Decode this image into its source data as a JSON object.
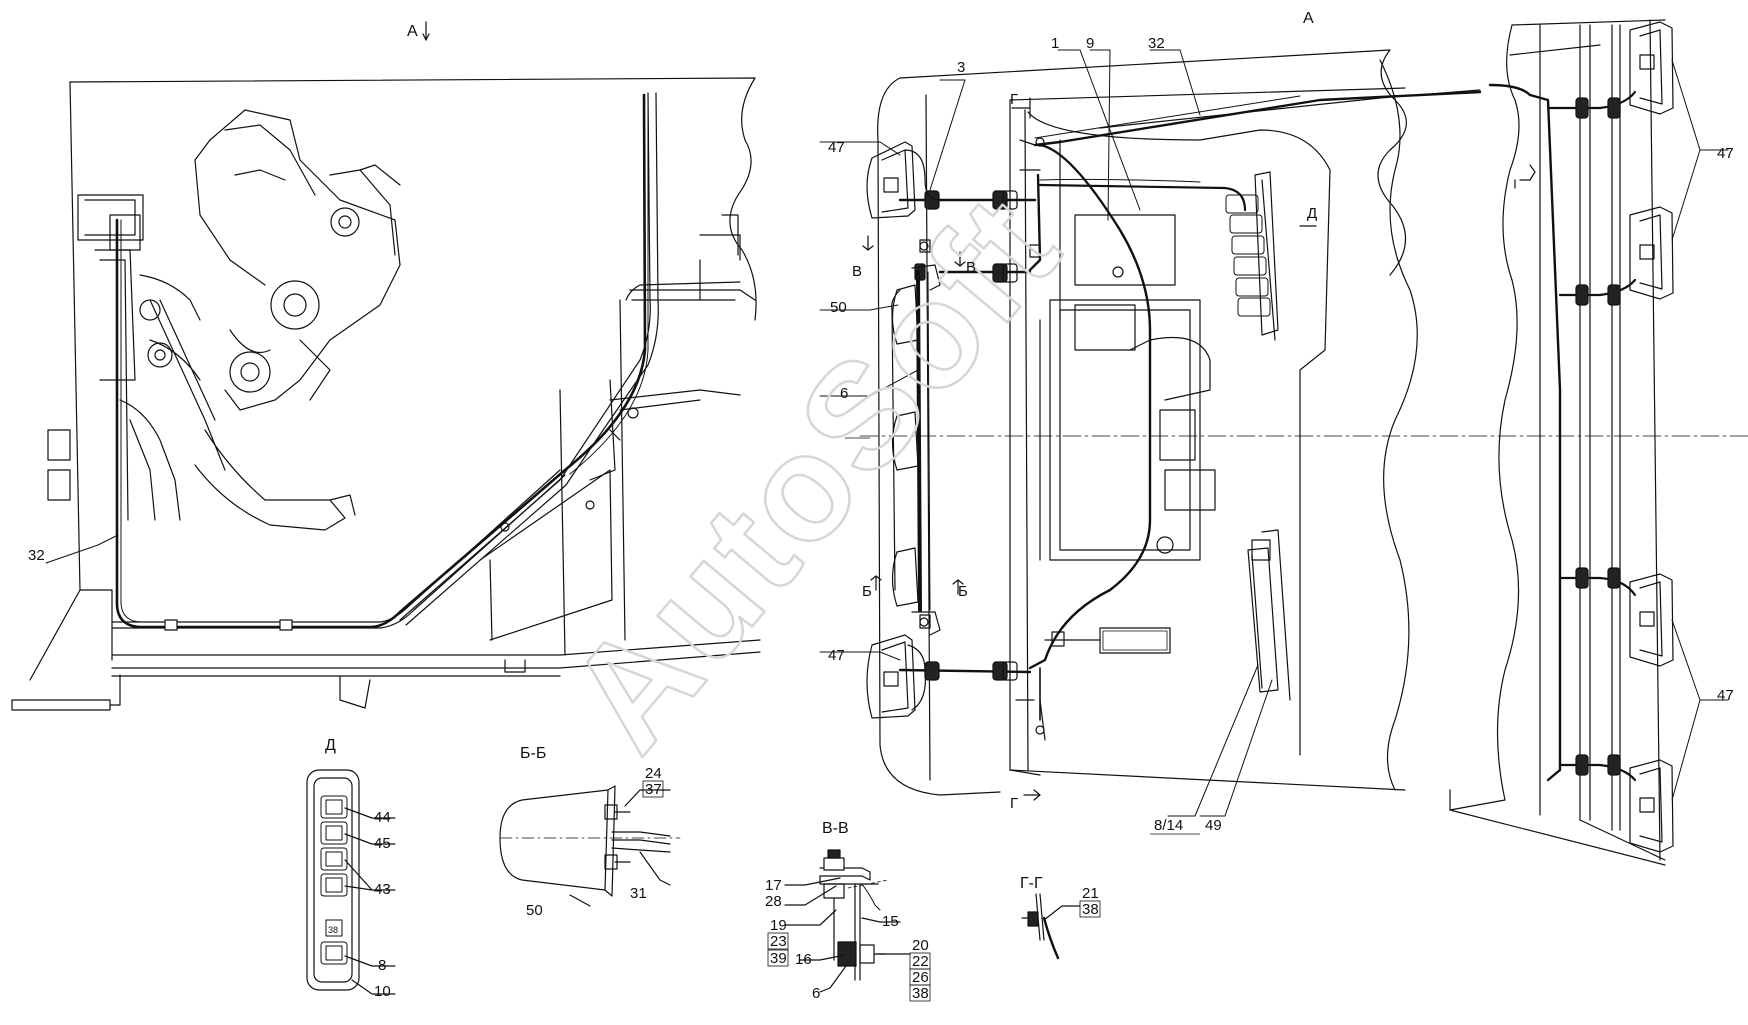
{
  "watermark": "AutoSoft",
  "views": {
    "left_view_marker": "А",
    "right_view_marker": "А",
    "detail_d": "Д",
    "section_bb": "Б-Б",
    "section_vv": "В-В",
    "section_gg": "Г-Г"
  },
  "cut_marks": {
    "v": "В",
    "b": "Б",
    "g": "Г",
    "d": "Д"
  },
  "callouts": {
    "c1": "1",
    "c3": "3",
    "c6": "6",
    "c8": "8",
    "c9": "9",
    "c10": "10",
    "c15": "15",
    "c16": "16",
    "c17": "17",
    "c19": "19",
    "c20": "20",
    "c21": "21",
    "c22": "22",
    "c23": "23",
    "c24": "24",
    "c26": "26",
    "c28": "28",
    "c31": "31",
    "c32": "32",
    "c37": "37",
    "c38": "38",
    "c39": "39",
    "c43": "43",
    "c44": "44",
    "c45": "45",
    "c47": "47",
    "c49": "49",
    "c50": "50",
    "c8_14": "8/14",
    "switch_38": "38"
  }
}
